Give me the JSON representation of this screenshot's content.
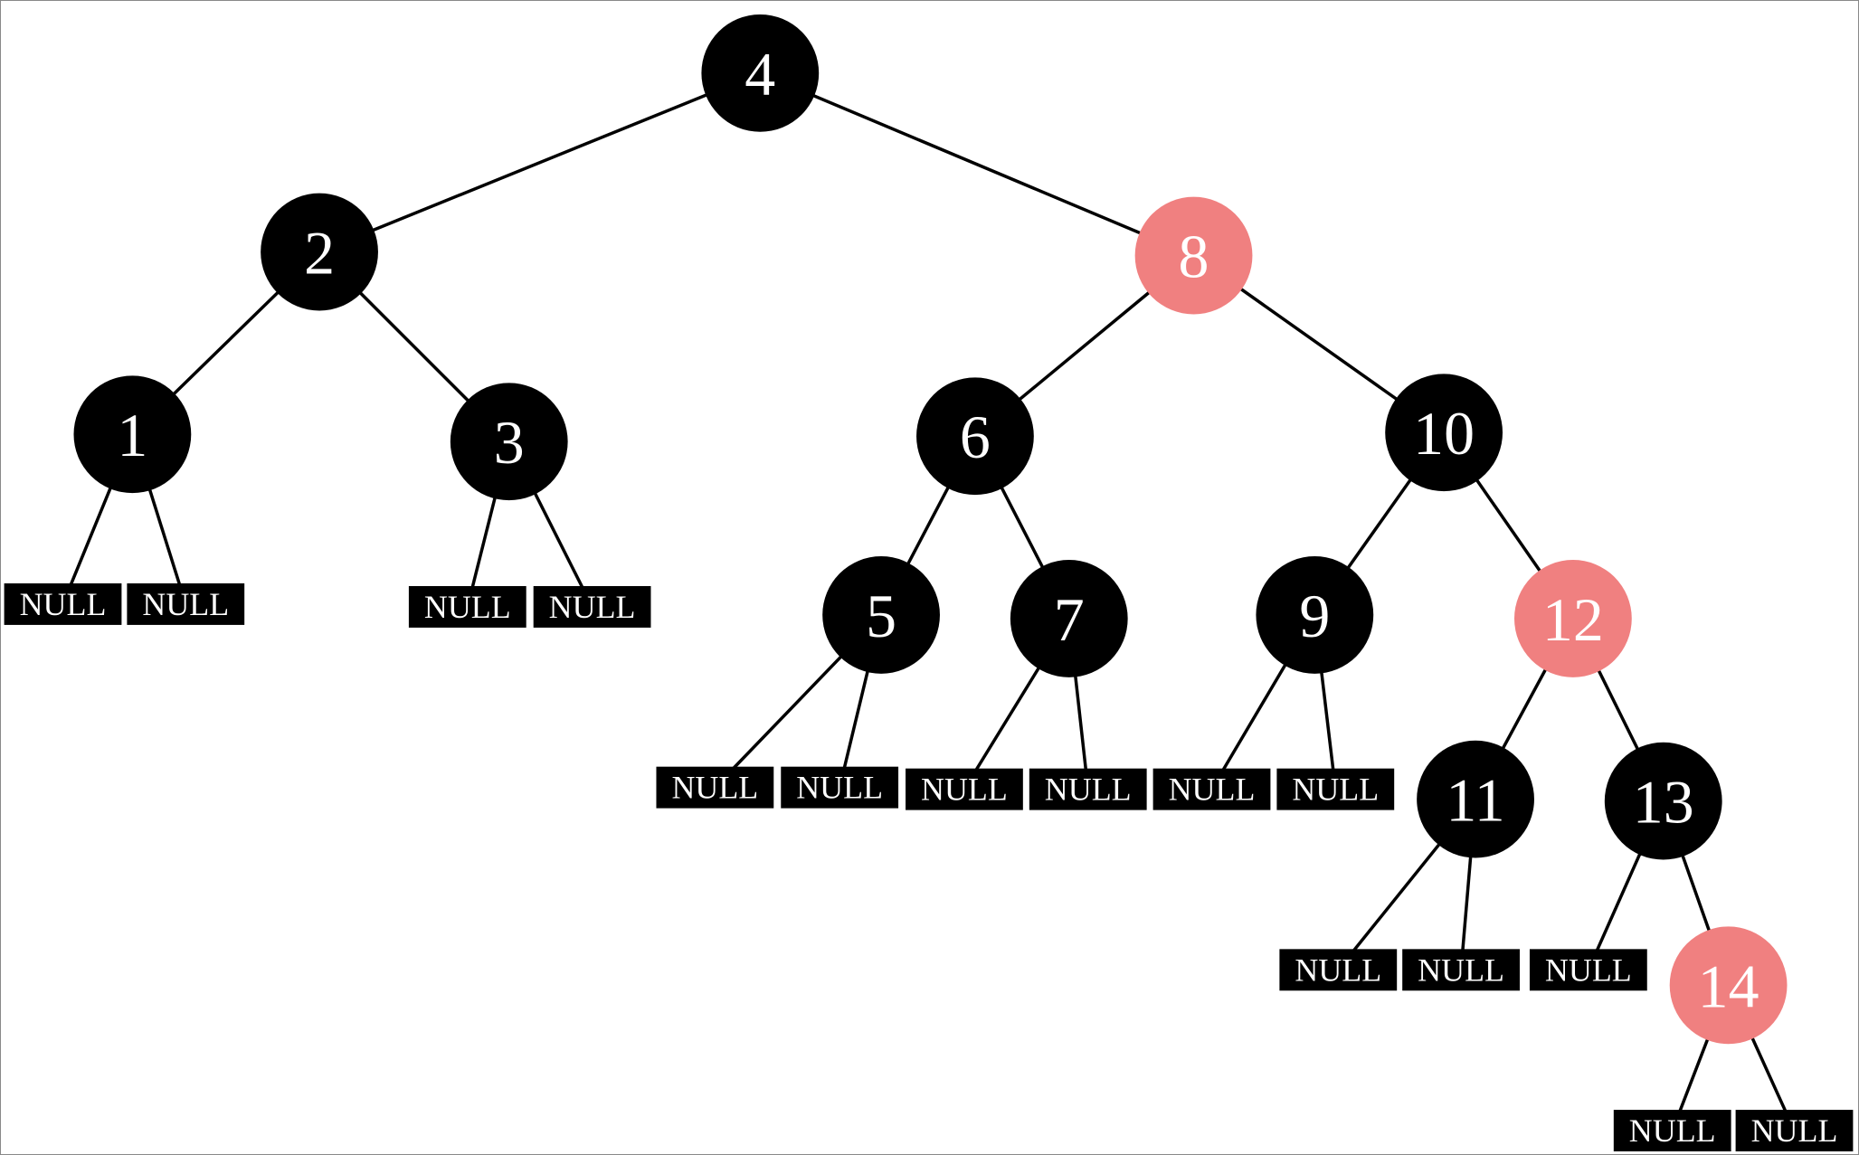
{
  "diagram": {
    "type": "red-black-tree",
    "null_label": "NULL",
    "colors": {
      "black": "#000000",
      "red": "#f08080",
      "node_text": "#ffffff",
      "edge": "#000000",
      "background": "#ffffff"
    },
    "nodes": {
      "n1": {
        "label": "1",
        "color": "black"
      },
      "n2": {
        "label": "2",
        "color": "black"
      },
      "n3": {
        "label": "3",
        "color": "black"
      },
      "n4": {
        "label": "4",
        "color": "black"
      },
      "n5": {
        "label": "5",
        "color": "black"
      },
      "n6": {
        "label": "6",
        "color": "black"
      },
      "n7": {
        "label": "7",
        "color": "black"
      },
      "n8": {
        "label": "8",
        "color": "red"
      },
      "n9": {
        "label": "9",
        "color": "black"
      },
      "n10": {
        "label": "10",
        "color": "black"
      },
      "n11": {
        "label": "11",
        "color": "black"
      },
      "n12": {
        "label": "12",
        "color": "red"
      },
      "n13": {
        "label": "13",
        "color": "black"
      },
      "n14": {
        "label": "14",
        "color": "red"
      }
    },
    "tree": {
      "value": "4",
      "color": "black",
      "left": {
        "value": "2",
        "color": "black",
        "left": {
          "value": "1",
          "color": "black",
          "left": "NULL",
          "right": "NULL"
        },
        "right": {
          "value": "3",
          "color": "black",
          "left": "NULL",
          "right": "NULL"
        }
      },
      "right": {
        "value": "8",
        "color": "red",
        "left": {
          "value": "6",
          "color": "black",
          "left": {
            "value": "5",
            "color": "black",
            "left": "NULL",
            "right": "NULL"
          },
          "right": {
            "value": "7",
            "color": "black",
            "left": "NULL",
            "right": "NULL"
          }
        },
        "right": {
          "value": "10",
          "color": "black",
          "left": {
            "value": "9",
            "color": "black",
            "left": "NULL",
            "right": "NULL"
          },
          "right": {
            "value": "12",
            "color": "red",
            "left": {
              "value": "11",
              "color": "black",
              "left": "NULL",
              "right": "NULL"
            },
            "right": {
              "value": "13",
              "color": "black",
              "left": "NULL",
              "right": {
                "value": "14",
                "color": "red",
                "left": "NULL",
                "right": "NULL"
              }
            }
          }
        }
      }
    }
  }
}
